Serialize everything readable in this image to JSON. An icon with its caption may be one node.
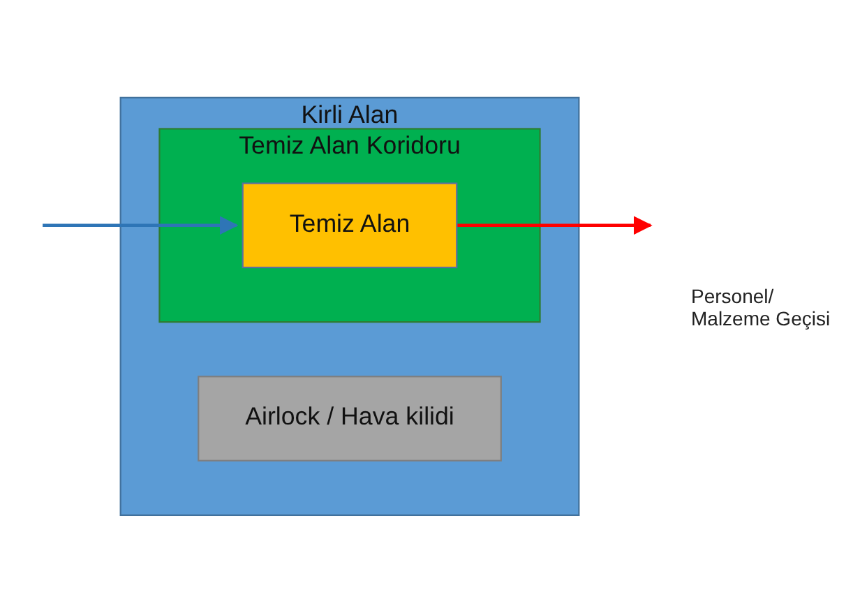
{
  "diagram": {
    "nodes": [
      {
        "text": [
          "Kirli Alan"
        ]
      },
      {
        "text": [
          "Temiz Alan Koridoru"
        ],
        "in": 0
      },
      {
        "text": [
          "Temiz Alan"
        ],
        "in": 1
      },
      {
        "text": [
          "Airlock / Hava kilidi"
        ],
        "in": 0
      }
    ],
    "edges": [
      {
        "from": null,
        "to": 2,
        "arrow": "to",
        "color": "#2e75b6"
      },
      {
        "from": 2,
        "to": null,
        "arrow": "to",
        "color": "#ff0000"
      }
    ],
    "labels": [
      "Personel/ Malzeme Geçisi"
    ]
  }
}
